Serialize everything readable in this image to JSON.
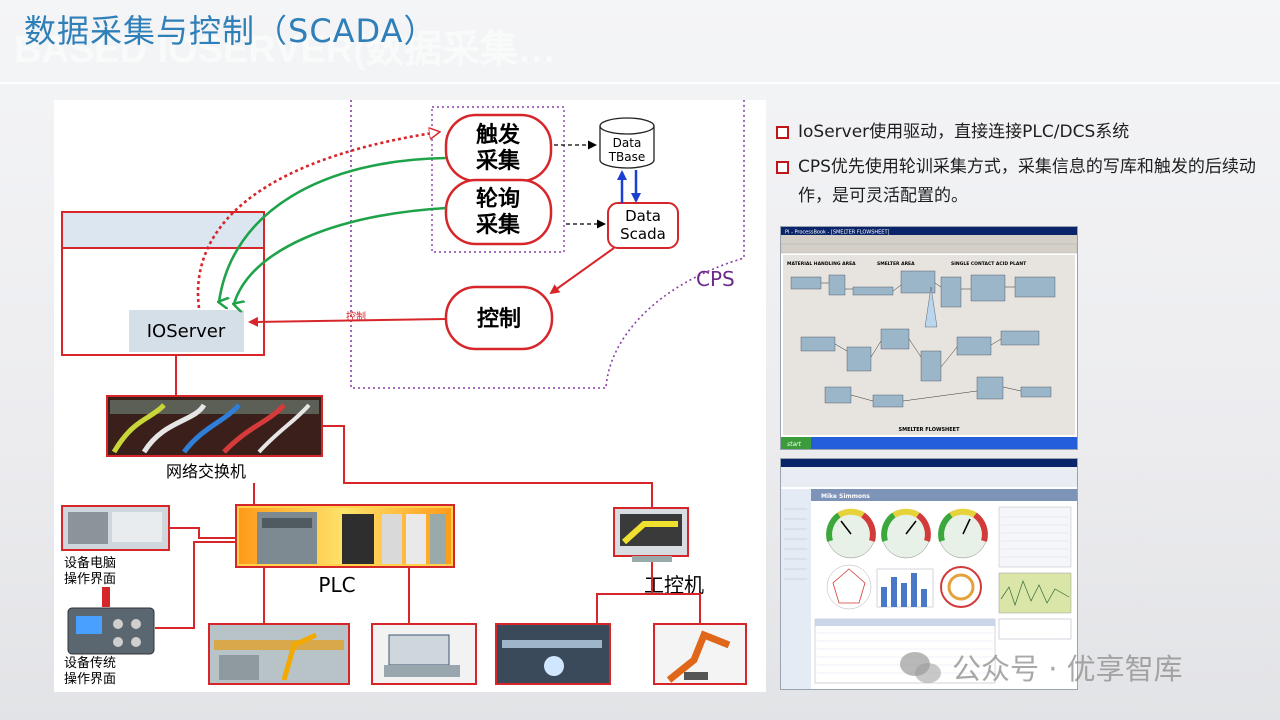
{
  "title": "数据采集与控制（SCADA）",
  "title_ghost": "BASED IOSERVER(数据采集…",
  "diagram": {
    "trigger": [
      "触发",
      "采集"
    ],
    "poll": [
      "轮询",
      "采集"
    ],
    "control": "控制",
    "database": [
      "Data",
      "TBase"
    ],
    "data_scada": [
      "Data",
      "Scada"
    ],
    "cps": "CPS",
    "ioserver": "IOServer",
    "control_arrow_label": "控制",
    "switch": "网络交换机",
    "plc": "PLC",
    "ipc": "工控机",
    "device_pc": [
      "设备电脑",
      "操作界面"
    ],
    "device_traditional": [
      "设备传统",
      "操作界面"
    ]
  },
  "bullets": [
    "IoServer使用驱动，直接连接PLC/DCS系统",
    "CPS优先使用轮训采集方式，采集信息的写库和触发的后续动作，是可灵活配置的。"
  ],
  "screenshot1": {
    "window_title": "PI - ProcessBook - [SMELTER FLOWSHEET]",
    "header_left": "MATERIAL HANDLING AREA",
    "header_mid": "SMELTER AREA",
    "header_right": "SINGLE CONTACT ACID PLANT",
    "footer": "SMELTER FLOWSHEET",
    "start": "start"
  },
  "screenshot2": {
    "user": "Mike Simmons"
  },
  "watermark": "公众号 · 优享智库",
  "colors": {
    "title": "#2f7fb8",
    "red": "#d7262a",
    "green": "#1fa34a",
    "blue": "#1a3fd1",
    "purple": "#8a3fa8"
  }
}
